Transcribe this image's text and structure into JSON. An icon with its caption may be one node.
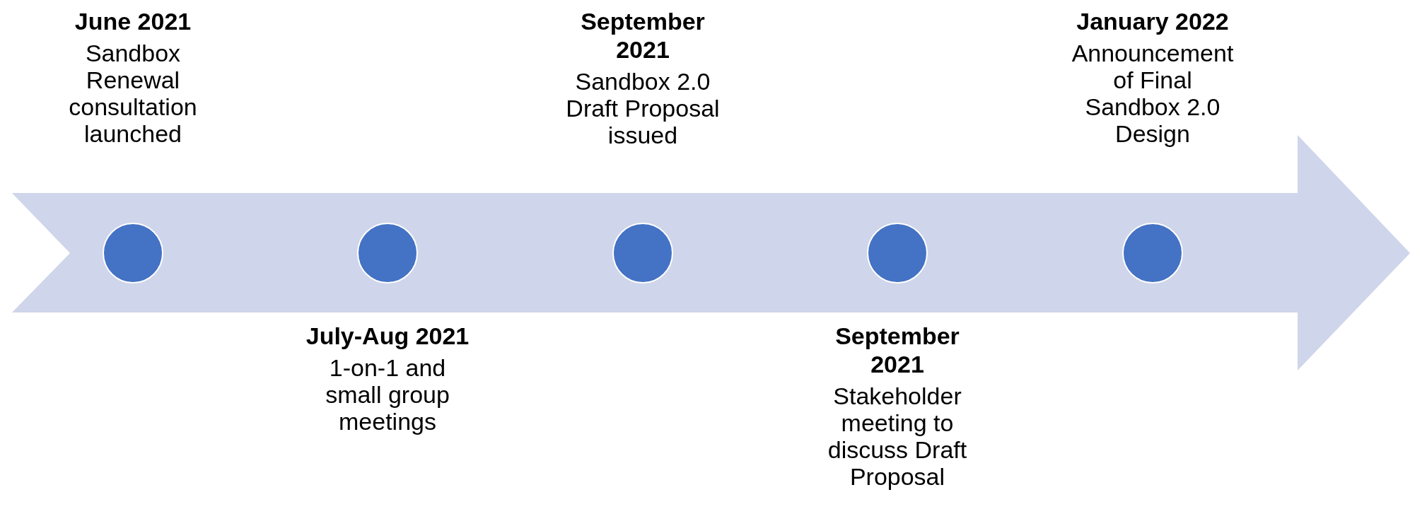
{
  "diagram": {
    "nodes": [
      {
        "text": [],
        "shape": "arrow"
      },
      {
        "text": [],
        "shape": "circle",
        "in": 0,
        "beside": [
          "June 2021",
          "Sandbox Renewal consultation launched"
        ]
      },
      {
        "text": [],
        "shape": "circle",
        "in": 0,
        "beside": [
          "July-Aug 2021",
          "1-on-1 and small group meetings"
        ]
      },
      {
        "text": [],
        "shape": "circle",
        "in": 0,
        "beside": [
          "September 2021",
          "Sandbox 2.0 Draft Proposal issued"
        ]
      },
      {
        "text": [],
        "shape": "circle",
        "in": 0,
        "beside": [
          "September 2021",
          "Stakeholder meeting to discuss Draft Proposal"
        ]
      },
      {
        "text": [],
        "shape": "circle",
        "in": 0,
        "beside": [
          "January 2022",
          "Announcement of Final Sandbox 2.0 Design"
        ]
      }
    ],
    "edges": []
  }
}
